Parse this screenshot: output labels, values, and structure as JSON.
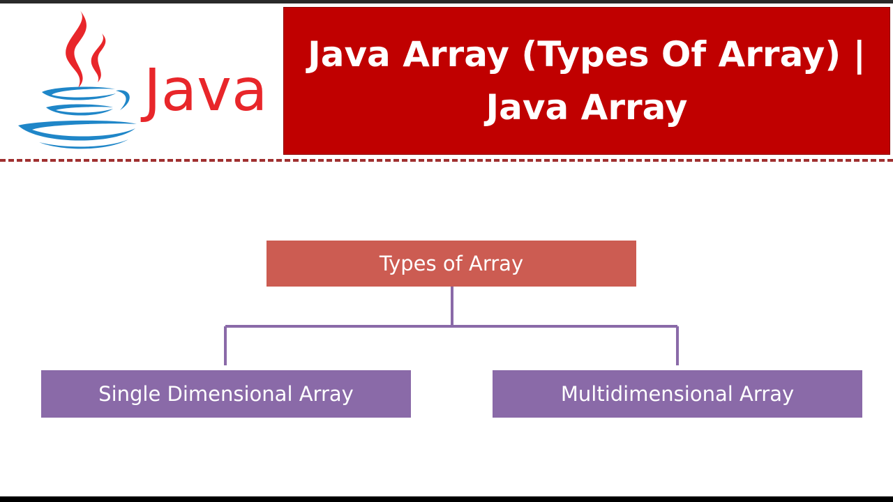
{
  "header": {
    "logo_text": "Java",
    "title_line1": "Java Array (Types Of Array) |",
    "title_line2": "Java Array"
  },
  "diagram": {
    "root": "Types of Array",
    "children": [
      "Single Dimensional Array",
      "Multidimensional Array"
    ]
  },
  "colors": {
    "title_bg": "#c00000",
    "root_node": "#cc5c52",
    "child_node": "#8a6aa8",
    "connector": "#8a6aa8",
    "logo_red": "#e8262a",
    "logo_blue": "#1f86c8"
  },
  "icons": [
    "java-cup-logo-icon"
  ]
}
